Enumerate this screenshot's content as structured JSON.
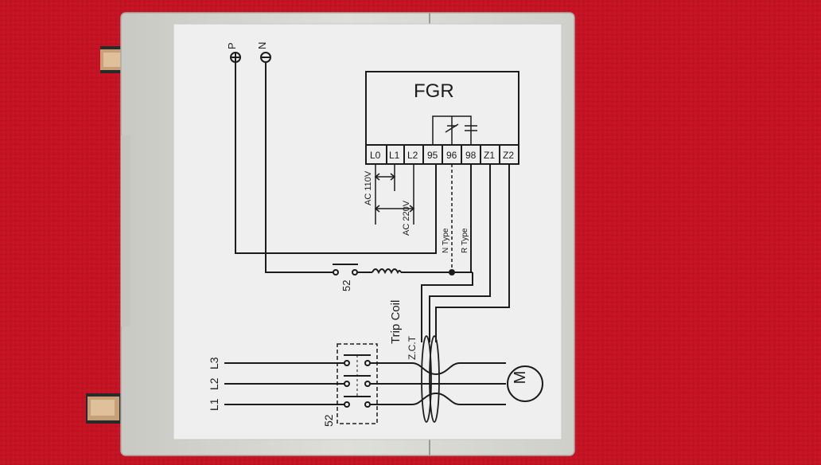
{
  "device": {
    "title": "FGR",
    "terminals": [
      "L0",
      "L1",
      "L2",
      "95",
      "96",
      "98",
      "Z1",
      "Z2"
    ],
    "supply": {
      "positive": "P",
      "negative": "N"
    },
    "voltages": {
      "ac110": "AC 110V",
      "ac220": "AC 220V"
    },
    "contact_types": {
      "n_type": "N Type",
      "r_type": "R Type"
    }
  },
  "circuit": {
    "breaker_label": "52",
    "trip_coil_label": "Trip Coil",
    "zct_label": "Z.C.T",
    "motor_label": "M",
    "phases": [
      "L3",
      "L2",
      "L1"
    ]
  },
  "colors": {
    "background": "#c41424",
    "housing": "#dcdcd6",
    "label": "#eeeeee",
    "ink": "#1c1c1c"
  }
}
